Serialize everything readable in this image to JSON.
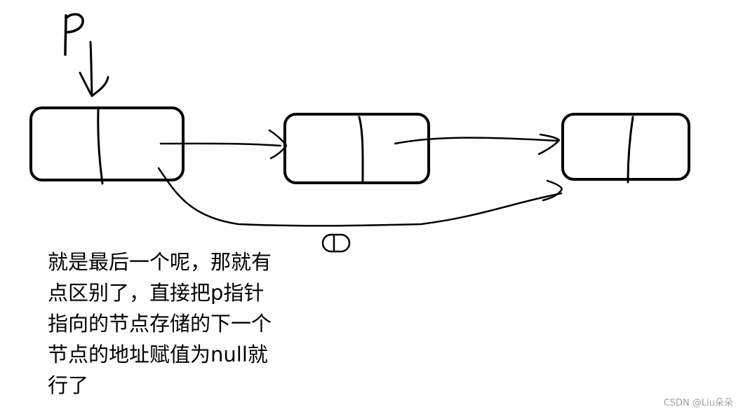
{
  "pointer": {
    "label": "P"
  },
  "nodes": [
    {
      "id": "node-1"
    },
    {
      "id": "node-2"
    },
    {
      "id": "node-3"
    }
  ],
  "edge_label": "①",
  "note": {
    "lines": [
      "就是最后一个呢，那就有",
      "点区别了，直接把p指针",
      "指向的节点存储的下一个",
      "节点的地址赋值为null就",
      "行了"
    ]
  },
  "watermark": "CSDN @Liu朵朵",
  "colors": {
    "ink": "#000000",
    "background": "#ffffff",
    "watermark": "#a0a0a0"
  }
}
